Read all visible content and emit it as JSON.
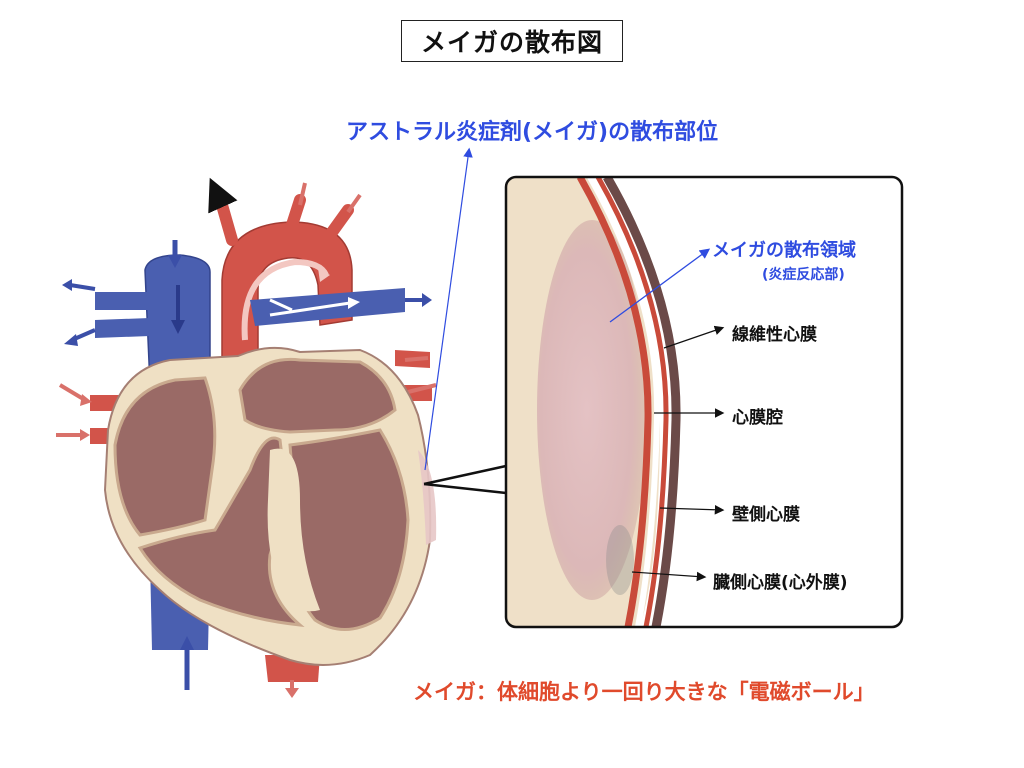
{
  "title": "メイガの散布図",
  "subtitle": "アストラル炎症剤(メイガ)の散布部位",
  "zoom_labels": {
    "spread_region": "メイガの散布領域",
    "spread_region_note": "(炎症反応部)",
    "fibrous_pericardium": "線維性心膜",
    "pericardial_cavity": "心膜腔",
    "parietal_pericardium": "壁側心膜",
    "visceral_pericardium": "臓側心膜(心外膜)"
  },
  "footer": "メイガ：体細胞より一回り大きな「電磁ボール」",
  "colors": {
    "accent_blue": "#2f4ce0",
    "accent_red": "#e04a2c",
    "vein_blue": "#4a5fb0",
    "artery_red": "#d2544a",
    "muscle": "#9a6a66",
    "tissue": "#efe0c4"
  }
}
